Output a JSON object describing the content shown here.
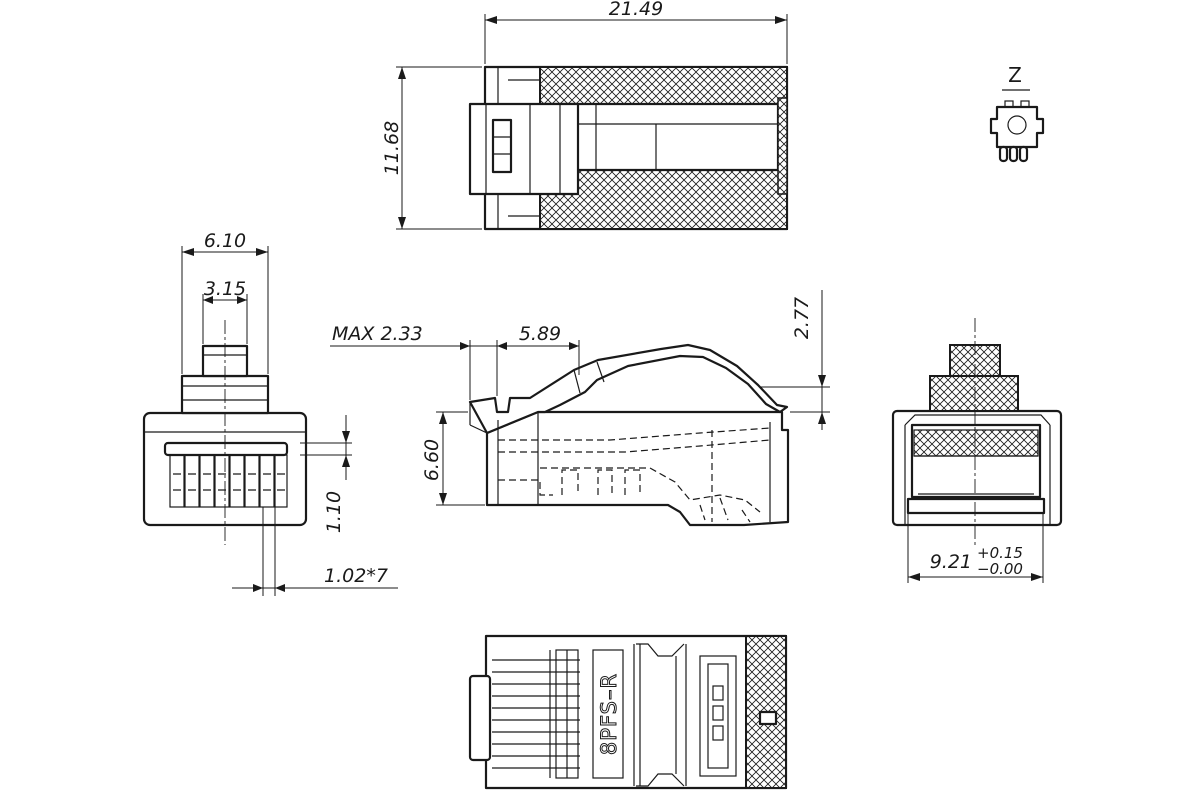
{
  "dimensions": {
    "overall_length": "21.49",
    "overall_height": "11.68",
    "front_width": "6.10",
    "latch_width": "3.15",
    "contact_depth": "1.10",
    "contact_pitch": "1.02*7",
    "max_offset": "MAX  2.33",
    "latch_offset": "5.89",
    "latch_rise": "2.77",
    "body_height": "6.60",
    "rear_width_base": "9.21",
    "rear_width_tol_plus": "+0.15",
    "rear_width_tol_minus": "−0.00"
  },
  "labels": {
    "view_z": "Z",
    "part_marking": "8PFS–R"
  }
}
